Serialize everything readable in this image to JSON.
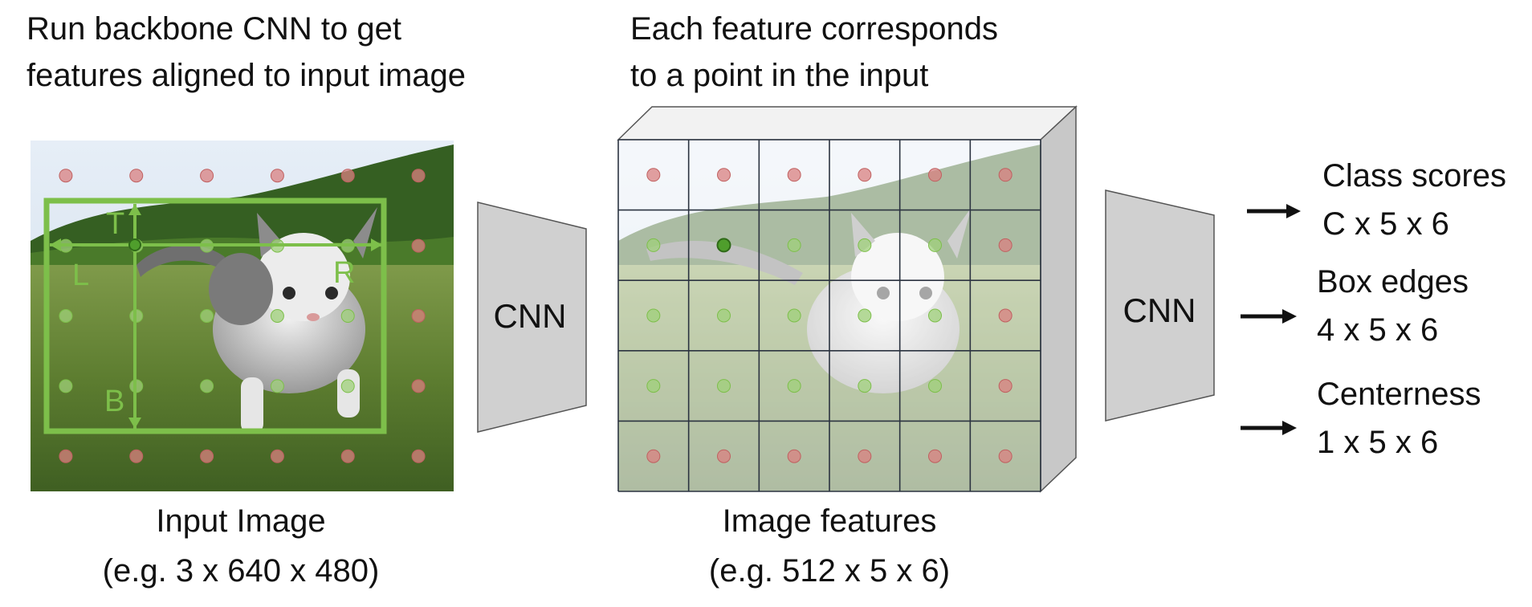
{
  "headings": {
    "left_line1": "Run backbone CNN to get",
    "left_line2": "features aligned to input image",
    "mid_line1": "Each feature corresponds",
    "mid_line2": "to a point in the input"
  },
  "input_image": {
    "caption_line1": "Input Image",
    "caption_line2": "(e.g. 3 x 640 x 480)",
    "box_edge_labels": {
      "top": "T",
      "left": "L",
      "right": "R",
      "bottom": "B"
    }
  },
  "cnn_blocks": {
    "first_label": "CNN",
    "second_label": "CNN"
  },
  "features": {
    "caption_line1": "Image features",
    "caption_line2": "(e.g. 512 x 5 x 6)",
    "grid_rows": 5,
    "grid_cols": 6
  },
  "outputs": [
    {
      "name": "Class scores",
      "shape": "C x 5 x 6"
    },
    {
      "name": "Box edges",
      "shape": "4 x 5 x 6"
    },
    {
      "name": "Centerness",
      "shape": "1 x 5 x 6"
    }
  ],
  "colors": {
    "box_green": "#7dbf4a",
    "center_green": "#4f9e2c",
    "dot_red": "#d98080",
    "dot_green": "#9fd07a",
    "cnn_fill": "#d0d0d0",
    "grid_line": "#2b3340"
  },
  "icons": [
    "arrow-right-icon"
  ]
}
